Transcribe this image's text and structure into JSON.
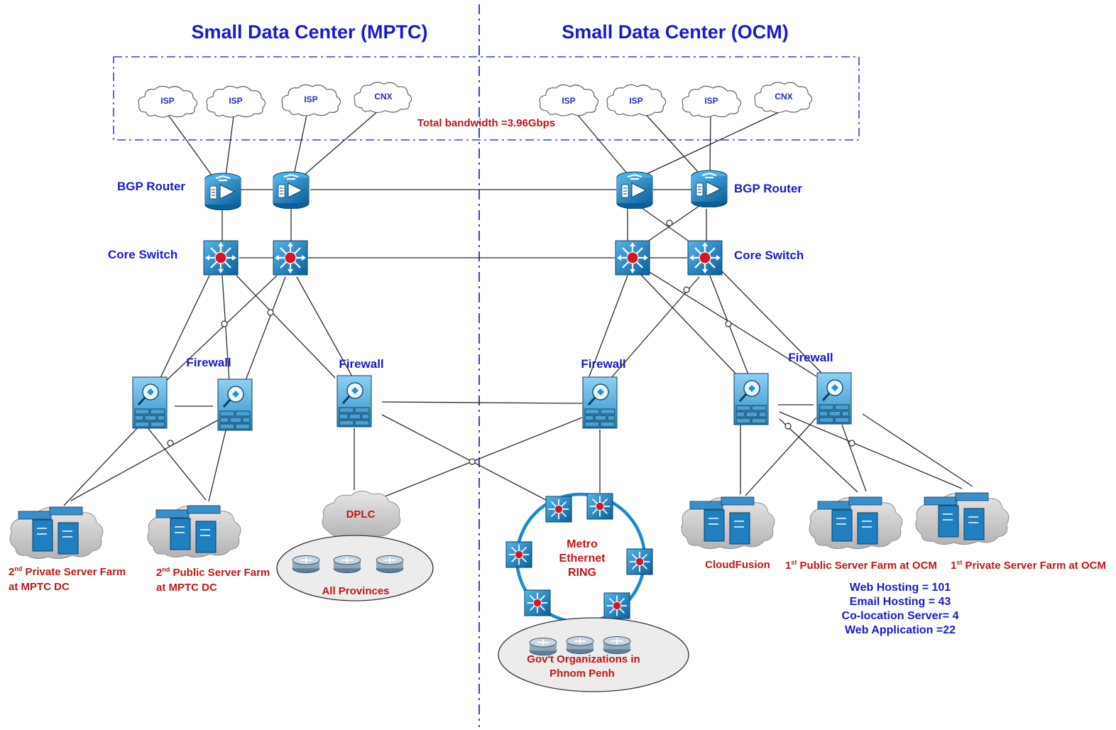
{
  "titles": {
    "left": "Small Data Center (MPTC)",
    "right": "Small Data Center (OCM)"
  },
  "bandwidth": "Total bandwidth =3.96Gbps",
  "clouds": [
    "ISP",
    "ISP",
    "ISP",
    "CNX",
    "ISP",
    "ISP",
    "ISP",
    "CNX"
  ],
  "device_labels": {
    "bgp_left": "BGP Router",
    "bgp_right": "BGP Router",
    "core_left": "Core Switch",
    "core_right": "Core Switch",
    "fw1": "Firewall",
    "fw2": "Firewall",
    "fw3": "Firewall",
    "fw4": "Firewall"
  },
  "networks": {
    "dplc": "DPLC",
    "all_provinces": "All Provinces",
    "metro_line1": "Metro",
    "metro_line2": "Ethernet",
    "metro_line3": "RING",
    "gov_line1": "Gov't Organizations in",
    "gov_line2": "Phnom Penh"
  },
  "farms": {
    "mptc_private": {
      "sup": "nd",
      "rest": " Private Server Farm",
      "num": "2",
      "line2": "at MPTC DC"
    },
    "mptc_public": {
      "sup": "nd",
      "rest": " Public Server Farm",
      "num": "2",
      "line2": "at MPTC DC"
    },
    "cloudfusion": "CloudFusion",
    "ocm_public": {
      "num": "1",
      "sup": "st",
      "rest": " Public Server Farm at OCM"
    },
    "ocm_private": {
      "num": "1",
      "sup": "st",
      "rest": " Private Server Farm at OCM"
    }
  },
  "stats": [
    "Web Hosting = 101",
    "Email Hosting = 43",
    "Co-location Server= 4",
    "Web Application  =22"
  ],
  "colors": {
    "title_blue": "#1a1acc",
    "label_red": "#c0161a",
    "device_blue": "#1479b8",
    "ring_blue": "#1a8ad0",
    "divider": "#3344cc"
  }
}
